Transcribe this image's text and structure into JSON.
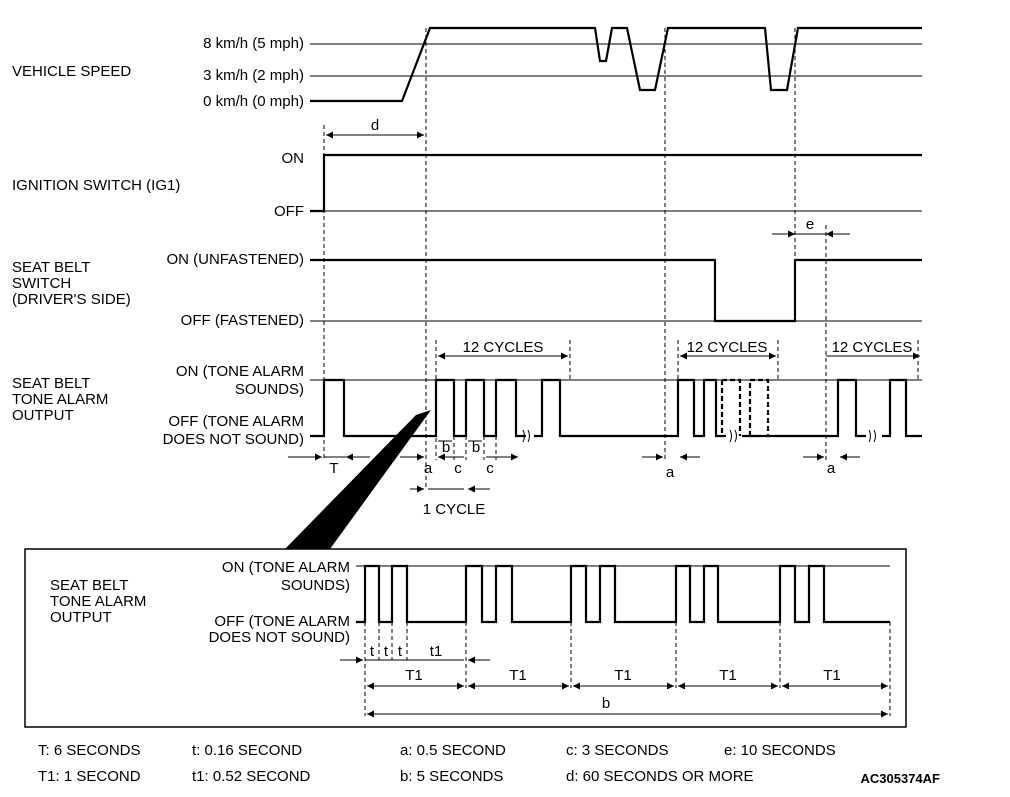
{
  "speed": {
    "title": "VEHICLE SPEED",
    "level_8": "8 km/h (5 mph)",
    "level_3": "3 km/h (2 mph)",
    "level_0": "0 km/h (0 mph)"
  },
  "ignition": {
    "title": "IGNITION SWITCH (IG1)",
    "on": "ON",
    "off": "OFF"
  },
  "seatbelt": {
    "title_1": "SEAT BELT",
    "title_2": "SWITCH",
    "title_3": "(DRIVER'S SIDE)",
    "on": "ON (UNFASTENED)",
    "off": "OFF (FASTENED)"
  },
  "alarm": {
    "title_1": "SEAT BELT",
    "title_2": "TONE ALARM",
    "title_3": "OUTPUT",
    "on_1": "ON (TONE ALARM",
    "on_2": "SOUNDS)",
    "off_1": "OFF (TONE ALARM",
    "off_2": "DOES NOT SOUND)"
  },
  "dims": {
    "d": "d",
    "e": "e",
    "T": "T",
    "a": "a",
    "b": "b",
    "c": "c",
    "cycles": "12 CYCLES",
    "one_cycle": "1 CYCLE",
    "t": "t",
    "t1": "t1",
    "T1": "T1"
  },
  "legend": {
    "T": "T: 6 SECONDS",
    "T1": "T1: 1 SECOND",
    "t": "t: 0.16 SECOND",
    "t1": "t1: 0.52 SECOND",
    "a": "a: 0.5 SECOND",
    "b": "b: 5 SECONDS",
    "c": "c: 3 SECONDS",
    "d": "d: 60 SECONDS  OR MORE",
    "e": "e: 10 SECONDS"
  },
  "figure_code": "AC305374AF"
}
